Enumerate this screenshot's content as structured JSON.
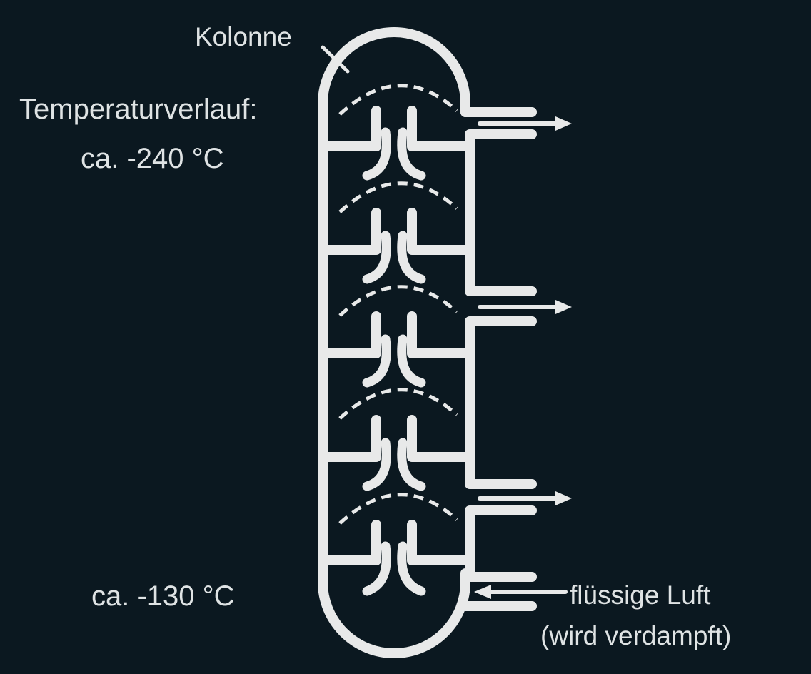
{
  "labels": {
    "column": "Kolonne",
    "temperature_heading": "Temperaturverlauf:",
    "top_temperature": "ca. -240 °C",
    "bottom_temperature": "ca. -130 °C",
    "feed_line1": "flüssige Luft",
    "feed_line2": "(wird verdampft)"
  },
  "column": {
    "trays": 5,
    "side_outlets": 3,
    "feed_inlets": 1
  },
  "colors": {
    "background": "#0b1820",
    "line": "#e8e9e9",
    "text": "#dfe3e4"
  }
}
